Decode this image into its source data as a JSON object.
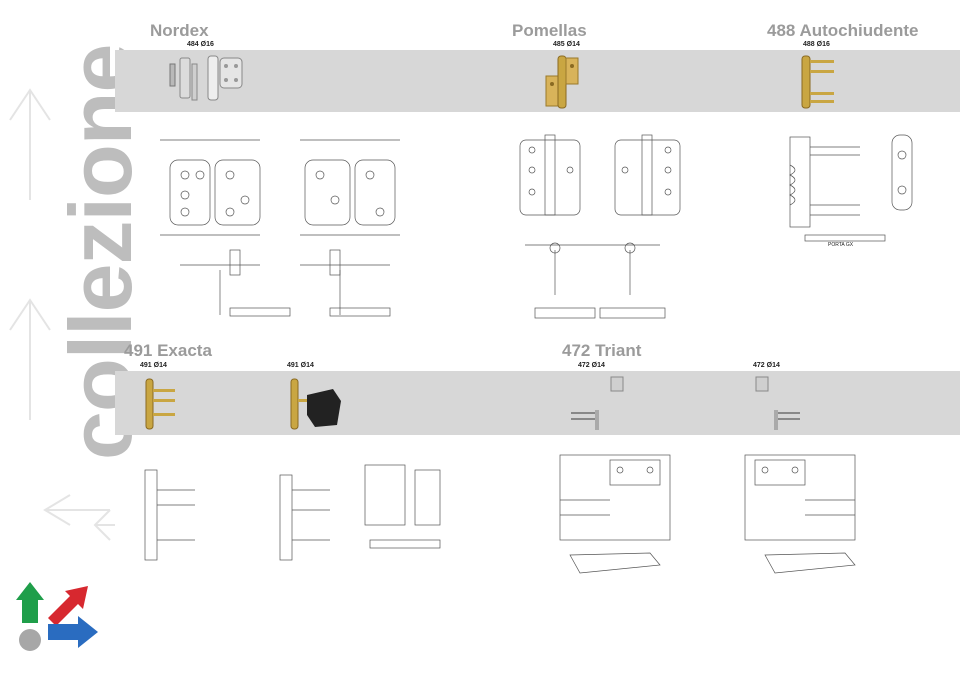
{
  "sidebar": {
    "word": "collezione"
  },
  "sections": {
    "nordex": {
      "title": "Nordex",
      "code": "484 Ø16"
    },
    "pomellas": {
      "title": "Pomellas",
      "code": "485 Ø14"
    },
    "autochiudente": {
      "title": "488 Autochiudente",
      "code": "488 Ø16",
      "drawing_label": "PORTA GX"
    },
    "exacta": {
      "title": "491 Exacta",
      "code_a": "491 Ø14",
      "code_b": "491 Ø14"
    },
    "triant": {
      "title": "472 Triant",
      "code_a": "472 Ø14",
      "code_b": "472 Ø14"
    }
  },
  "colors": {
    "band": "#d7d7d7",
    "title": "#9b9b9b",
    "side_word": "#bdbdbd",
    "logo_green": "#1f9e4a",
    "logo_red": "#d7282f",
    "logo_blue": "#2a6cc0",
    "logo_grey": "#a7a7a7",
    "brass": "#c9a642"
  }
}
